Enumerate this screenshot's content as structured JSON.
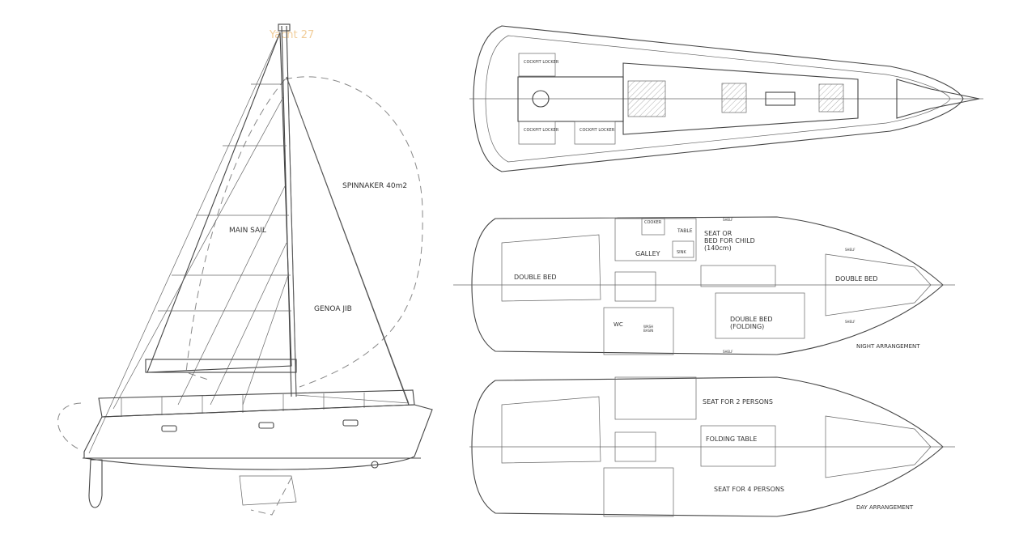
{
  "watermark": "Yacht 27",
  "labels": {
    "spinnaker": "SPINNAKER 40m2",
    "main_sail": "MAIN SAIL",
    "genoa_jib": "GENOA JIB",
    "cockpit_locker_1": "COCKPIT LOCKER",
    "cockpit_locker_2": "COCKPIT LOCKER",
    "cockpit_locker_3": "COCKPIT LOCKER",
    "cooker": "COOKER",
    "table": "TABLE",
    "galley": "GALLEY",
    "sink": "SINK",
    "seat_or_bed_l1": "SEAT OR",
    "seat_or_bed_l2": "BED FOR CHILD",
    "seat_or_bed_l3": "(140cm)",
    "shelf_1": "SHELF",
    "shelf_2": "SHELF",
    "shelf_3": "SHELF",
    "shelf_4": "SHELF",
    "double_bed_aft": "DOUBLE BED",
    "double_bed_fwd": "DOUBLE BED",
    "double_bed_folding_l1": "DOUBLE BED",
    "double_bed_folding_l2": "(FOLDING)",
    "wc": "WC",
    "wash_basin_l1": "WASH",
    "wash_basin_l2": "BASIN",
    "night_arrangement": "NIGHT ARRANGEMENT",
    "seat_for_2": "SEAT FOR 2 PERSONS",
    "folding_table": "FOLDING TABLE",
    "seat_for_4": "SEAT FOR 4 PERSONS",
    "day_arrangement": "DAY ARRANGEMENT"
  }
}
